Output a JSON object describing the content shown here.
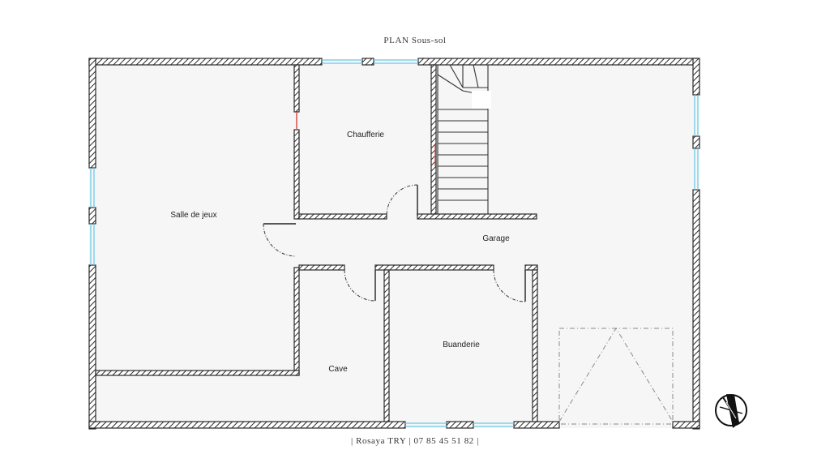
{
  "plan": {
    "title": "PLAN Sous-sol",
    "footer": "| Rosaya TRY | 07 85 45 51 82 |"
  },
  "rooms": {
    "salle_de_jeux": "Salle de jeux",
    "chaufferie": "Chaufferie",
    "garage": "Garage",
    "cave": "Cave",
    "buanderie": "Buanderie"
  },
  "icons": {
    "north_arrow": "compass-north-icon"
  },
  "colors": {
    "floor": "#f6f6f6",
    "wall_outline": "#2a2a2a",
    "window": "#6ecbe6",
    "accent_red": "#d45050"
  }
}
